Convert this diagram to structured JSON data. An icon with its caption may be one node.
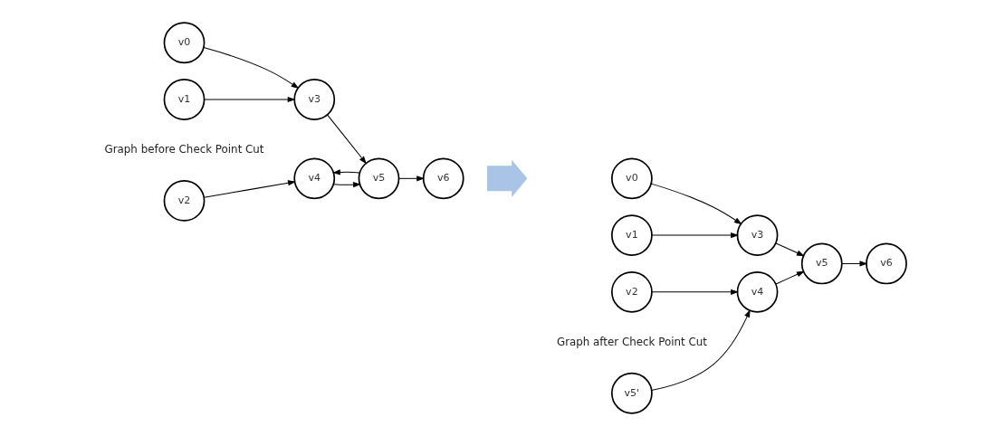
{
  "diagram": {
    "nodes": [
      {
        "text": [
          "v0"
        ]
      },
      {
        "text": [
          "v1"
        ]
      },
      {
        "text": [
          "v2"
        ]
      },
      {
        "text": [
          "v3"
        ]
      },
      {
        "text": [
          "v4"
        ]
      },
      {
        "text": [
          "v5"
        ]
      },
      {
        "text": [
          "v6"
        ]
      },
      {
        "text": [],
        "shape": "arrow"
      },
      {
        "text": [
          "v0"
        ]
      },
      {
        "text": [
          "v1"
        ]
      },
      {
        "text": [
          "v2"
        ]
      },
      {
        "text": [
          "v3"
        ]
      },
      {
        "text": [
          "v4"
        ]
      },
      {
        "text": [
          "v5"
        ]
      },
      {
        "text": [
          "v6"
        ]
      },
      {
        "text": [
          "v5'"
        ]
      }
    ],
    "edges": [
      {
        "from": 0,
        "to": 3,
        "arrow": "to"
      },
      {
        "from": 1,
        "to": 3,
        "arrow": "to"
      },
      {
        "from": 2,
        "to": 4,
        "arrow": "to"
      },
      {
        "from": 3,
        "to": 5,
        "arrow": "to"
      },
      {
        "from": 4,
        "to": 5,
        "arrow": "to"
      },
      {
        "from": 5,
        "to": 4,
        "arrow": "to"
      },
      {
        "from": 5,
        "to": 6,
        "arrow": "to"
      },
      {
        "from": 8,
        "to": 11,
        "arrow": "to"
      },
      {
        "from": 9,
        "to": 11,
        "arrow": "to"
      },
      {
        "from": 10,
        "to": 12,
        "arrow": "to"
      },
      {
        "from": 15,
        "to": 12,
        "arrow": "to"
      },
      {
        "from": 11,
        "to": 13,
        "arrow": "to"
      },
      {
        "from": 12,
        "to": 13,
        "arrow": "to"
      },
      {
        "from": 13,
        "to": 14,
        "arrow": "to"
      }
    ],
    "labels": [
      "Graph before Check Point Cut",
      "Graph after Check Point Cut"
    ]
  }
}
